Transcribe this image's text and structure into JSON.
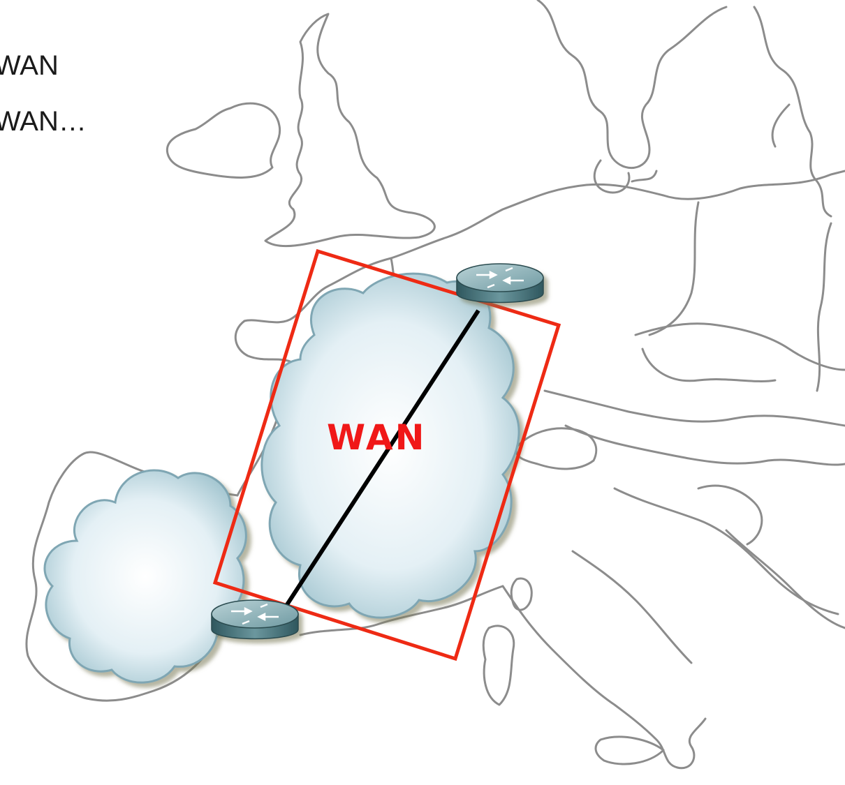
{
  "text_lines": [
    "WAN",
    "WAN…"
  ],
  "wan_label": "WAN",
  "colors": {
    "map_border": "#8c8c8c",
    "frame": "#ee2a14",
    "link": "#000000",
    "cloud_fill": "#e4f0f5",
    "cloud_edge": "#7fa6b3",
    "router_body": "#5f8c94",
    "wan_text": "#f01818"
  },
  "icons": [
    "cloud-icon",
    "router-icon"
  ]
}
